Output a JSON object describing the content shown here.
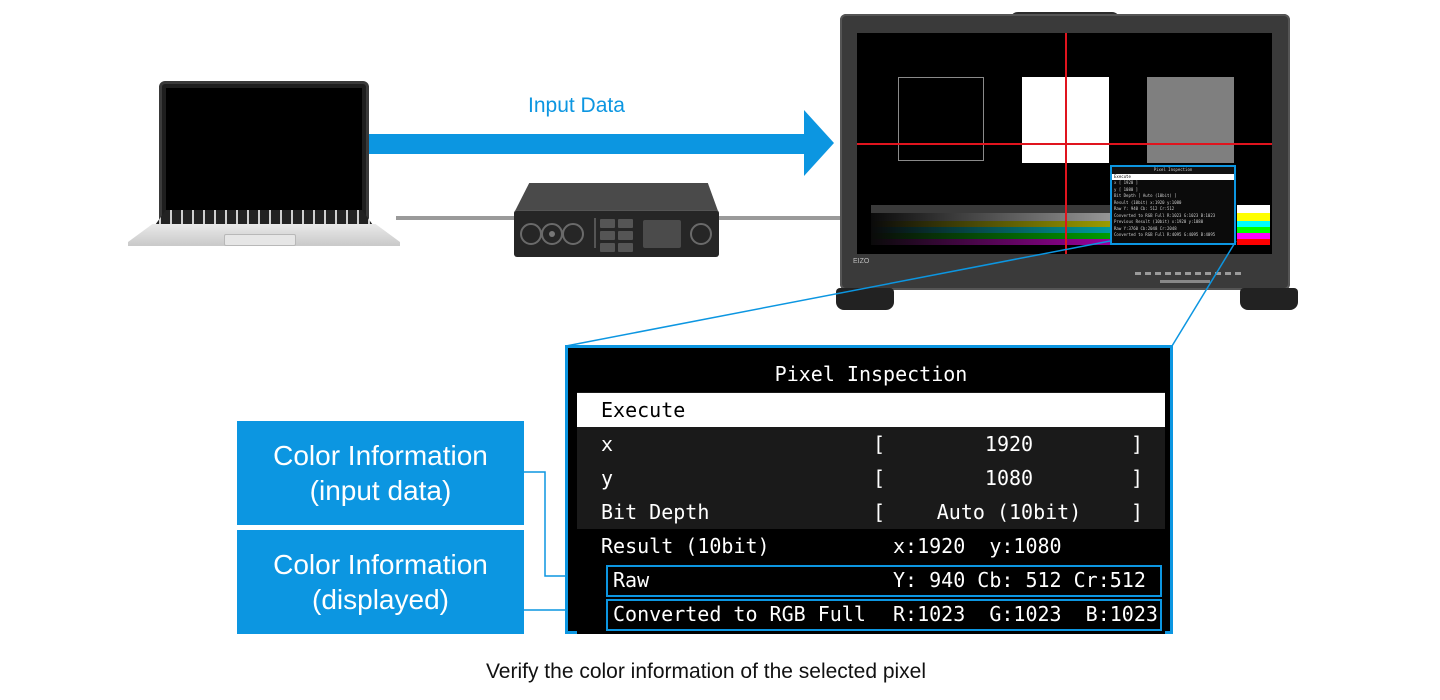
{
  "arrow_label": "Input Data",
  "monitor": {
    "brand": "EIZO",
    "mini_panel": {
      "title": "Pixel Inspection",
      "execute": "Execute",
      "rows": [
        "x          [    1920    ]",
        "y          [    1080    ]",
        "Bit Depth  [ Auto (10bit) ]",
        "Result (10bit)   x:1920  y:1080",
        "Raw              Y: 940 Cb: 512 Cr:512",
        "Converted to RGB Full R:1023 G:1023 B:1023",
        "Previous Result (10bit) x:1920 y:1080",
        "Raw              Y:3760 Cb:2048 Cr:2048",
        "Converted to RGB Full R:4095 G:4095 B:4095"
      ]
    }
  },
  "osd": {
    "title": "Pixel Inspection",
    "execute": "Execute",
    "x_label": "x",
    "x_value": "1920",
    "y_label": "y",
    "y_value": "1080",
    "bit_label": "Bit Depth",
    "bit_value": "Auto (10bit)",
    "bracket_open": "[",
    "bracket_close": "]",
    "result_label": "Result (10bit)",
    "result_coords": "x:1920  y:1080",
    "raw_label": "Raw",
    "raw_values": "Y: 940 Cb: 512 Cr:512",
    "converted_label": "Converted to RGB Full",
    "converted_values": "R:1023  G:1023  B:1023"
  },
  "info_input": {
    "line1": "Color Information",
    "line2": "(input data)"
  },
  "info_displayed": {
    "line1": "Color Information",
    "line2": "(displayed)"
  },
  "caption": "Verify the color information of the selected pixel",
  "colors": {
    "accent": "#0c96e1",
    "crosshair": "#e0141e"
  }
}
